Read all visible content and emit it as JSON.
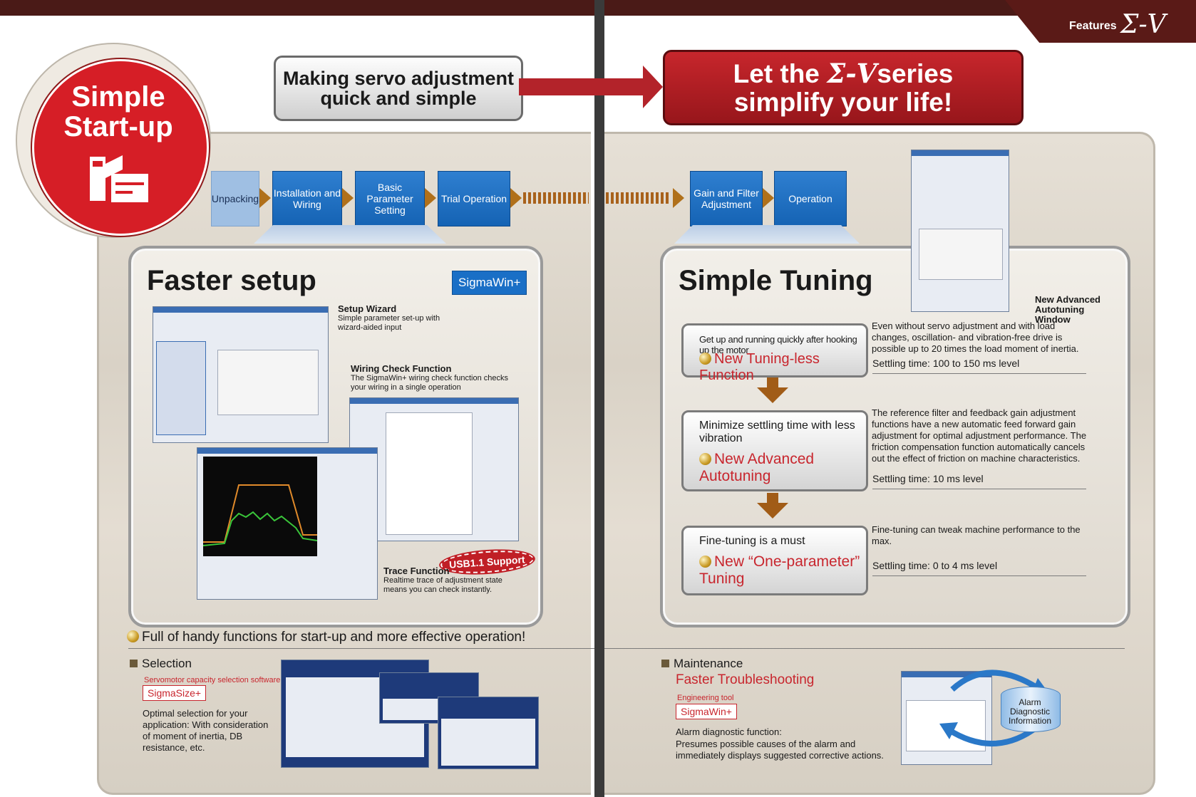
{
  "header": {
    "features_label": "Features",
    "brand_logo": "Σ-V"
  },
  "hero": {
    "circle_line1": "Simple",
    "circle_line2": "Start-up",
    "grey_banner_line1": "Making servo adjustment",
    "grey_banner_line2": "quick and simple",
    "red_banner_prefix": "Let the",
    "red_banner_logo": "Σ-V",
    "red_banner_suffix": "series",
    "red_banner_line2": "simplify your life!"
  },
  "steps": [
    "Unpacking",
    "Installation and Wiring",
    "Basic Parameter Setting",
    "Trial Operation",
    "Gain and Filter Adjustment",
    "Operation"
  ],
  "faster_setup": {
    "title": "Faster setup",
    "badge": "SigmaWin+",
    "setup_wizard_title": "Setup Wizard",
    "setup_wizard_desc": "Simple parameter set-up with wizard-aided input",
    "wiring_title": "Wiring Check Function",
    "wiring_desc": "The SigmaWin+ wiring check function checks your wiring in a single operation",
    "usb_badge": "USB1.1 Support",
    "trace_title": "Trace Function",
    "trace_desc": "Realtime trace of adjustment state means you can check instantly."
  },
  "simple_tuning": {
    "title": "Simple Tuning",
    "window_caption": "New Advanced Autotuning Window",
    "items": [
      {
        "sub": "Get up and running quickly after hooking up the motor",
        "func": "New Tuning-less Function",
        "desc": "Even without servo adjustment and with load changes, oscillation- and vibration-free drive is possible up to 20 times the load moment of inertia.",
        "settle": "Settling time: 100 to 150 ms level"
      },
      {
        "sub": "Minimize settling time with less vibration",
        "func": "New Advanced Autotuning",
        "desc": "The reference filter and feedback gain adjustment functions have a new automatic feed forward gain adjustment for optimal adjustment performance. The friction compensation function automatically cancels out the effect of friction on machine characteristics.",
        "settle": "Settling time: 10 ms level"
      },
      {
        "sub": "Fine-tuning is a must",
        "func": "New “One-parameter” Tuning",
        "desc": "Fine-tuning can tweak machine performance to the max.",
        "settle": "Settling time: 0 to 4 ms level"
      }
    ]
  },
  "bottom": {
    "headline": "Full of handy functions for start-up and more effective operation!",
    "selection": {
      "title": "Selection",
      "sw_caption": "Servomotor capacity selection software",
      "sw_name": "SigmaSize+",
      "desc": "Optimal selection for your application: With consideration of moment of inertia, DB resistance, etc."
    },
    "maintenance": {
      "title": "Maintenance",
      "subtitle": "Faster Troubleshooting",
      "tool_caption": "Engineering tool",
      "tool_name": "SigmaWin+",
      "desc_title": "Alarm diagnostic function:",
      "desc": "Presumes possible causes of the alarm and immediately displays suggested corrective actions.",
      "cylinder_label": "Alarm Diagnostic Information"
    }
  },
  "colors": {
    "brand_red": "#d61e26",
    "step_blue": "#1a6fc6",
    "arrow_brown": "#a15c17"
  }
}
